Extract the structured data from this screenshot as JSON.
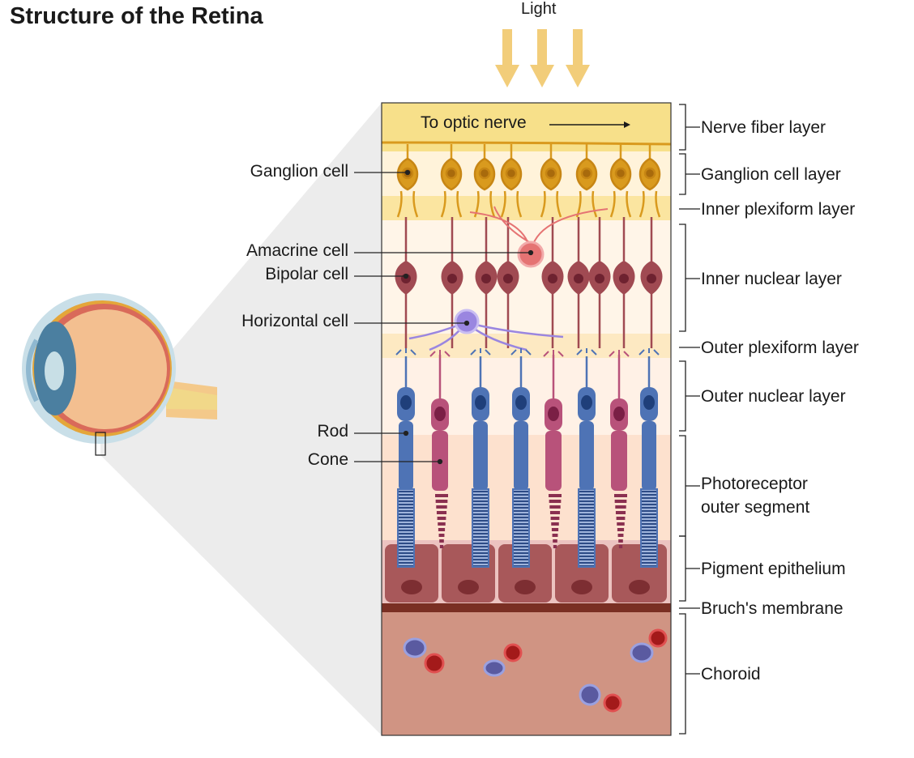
{
  "title": "Structure of the Retina",
  "light_label": "Light",
  "optic_nerve_label": "To optic nerve",
  "layers": [
    {
      "id": "nerve-fiber",
      "label": "Nerve fiber layer"
    },
    {
      "id": "ganglion-cell",
      "label": "Ganglion cell layer"
    },
    {
      "id": "inner-plexiform",
      "label": "Inner plexiform layer"
    },
    {
      "id": "inner-nuclear",
      "label": "Inner nuclear layer"
    },
    {
      "id": "outer-plexiform",
      "label": "Outer plexiform layer"
    },
    {
      "id": "outer-nuclear",
      "label": "Outer nuclear layer"
    },
    {
      "id": "photoreceptor",
      "label": "Photoreceptor\nouter segment"
    },
    {
      "id": "pigment",
      "label": "Pigment epithelium"
    },
    {
      "id": "bruch",
      "label": "Bruch's membrane"
    },
    {
      "id": "choroid",
      "label": "Choroid"
    }
  ],
  "cells": {
    "ganglion": "Ganglion cell",
    "amacrine": "Amacrine cell",
    "bipolar": "Bipolar cell",
    "horizontal": "Horizontal cell",
    "rod": "Rod",
    "cone": "Cone"
  },
  "colors": {
    "nerve_fiber": "#f7e08a",
    "ganglion": "#d99a1e",
    "bipolar": "#8c3b45",
    "amacrine": "#e57373",
    "horizontal": "#9a86e0",
    "rod": "#4e73b5",
    "cone": "#b8527a",
    "pigment": "#a8585a",
    "bruch": "#7a2f23",
    "choroid": "#d09483"
  }
}
